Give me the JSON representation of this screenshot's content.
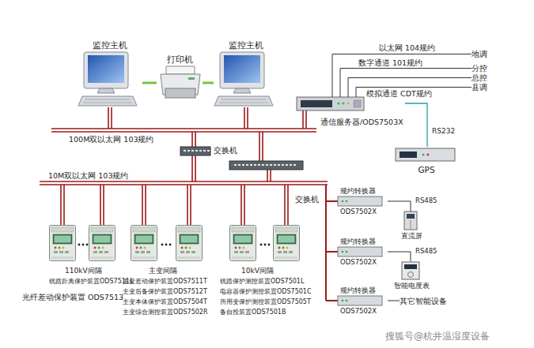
{
  "diagram": {
    "nodes": [
      {
        "text": [
          "监控主机"
        ]
      },
      {
        "text": [
          "打印机"
        ]
      },
      {
        "text": [
          "监控主机"
        ]
      },
      {
        "text": [
          "通信服务器/ODS7503X"
        ]
      },
      {
        "text": [
          "地调"
        ]
      },
      {
        "text": [
          "分控"
        ]
      },
      {
        "text": [
          "总控"
        ]
      },
      {
        "text": [
          "县调"
        ]
      },
      {
        "text": [
          "GPS"
        ]
      },
      {
        "text": [
          "交换机"
        ]
      },
      {
        "text": [
          "110kV间隔",
          "线路距离保护装置ODS7511L",
          "光纤差动保护装置 ODS7513"
        ]
      },
      {
        "text": [
          "主变间隔",
          "主变差动保护装置ODS7511T",
          "主变后备保护装置ODS7512T",
          "主变本体保护装置ODS7504T",
          "主变综合测控装置ODS7502R"
        ]
      },
      {
        "text": [
          "10kV间隔",
          "线路保护测控装置ODS7501L",
          "电容器保护测控装置ODS7501C",
          "所用变保护测控装置ODS7505T",
          "备自投装置ODS7501B"
        ]
      },
      {
        "text": [
          "规约转换器",
          "ODS7502X"
        ]
      },
      {
        "text": [
          "直流屏"
        ]
      },
      {
        "text": [
          "规约转换器",
          "ODS7502X"
        ]
      },
      {
        "text": [
          "智能电度表"
        ]
      },
      {
        "text": [
          "规约转换器",
          "ODS7502X"
        ]
      },
      {
        "text": [
          "其它智能设备"
        ]
      }
    ],
    "edges": [
      {
        "from": 0,
        "to": 1,
        "arrow": "none"
      },
      {
        "from": 1,
        "to": 2,
        "arrow": "none"
      },
      {
        "from": 3,
        "to": 4,
        "label": "以太网 104规约",
        "arrow": "none"
      },
      {
        "from": 3,
        "to": 5,
        "label": "数字通道 101规约",
        "arrow": "none"
      },
      {
        "from": 3,
        "to": 6,
        "arrow": "none"
      },
      {
        "from": 3,
        "to": 7,
        "label": "模拟通道 CDT规约",
        "arrow": "none"
      },
      {
        "from": 3,
        "to": 8,
        "label": "RS232",
        "arrow": "none"
      },
      {
        "from": 13,
        "to": 14,
        "label": "RS485",
        "arrow": "none"
      },
      {
        "from": 15,
        "to": 16,
        "label": "RS485",
        "arrow": "none"
      },
      {
        "from": 17,
        "to": 18,
        "arrow": "none"
      }
    ],
    "labels": [
      "100M双以太网 103规约",
      "10M双以太网 103规约",
      "交换机",
      "搜狐号@杭井温湿度设备"
    ]
  }
}
